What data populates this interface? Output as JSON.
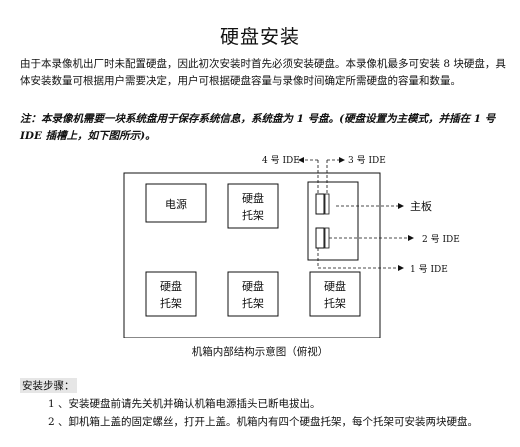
{
  "title": "硬盘安装",
  "intro": "由于本录像机出厂时未配置硬盘，因此初次安装时首先必须安装硬盘。本录像机最多可安装 8 块硬盘，具体安装数量可根据用户需要决定，用户可根据硬盘容量与录像时间确定所需硬盘的容量和数量。",
  "note": "注：本录像机需要一块系统盘用于保存系统信息，系统盘为 1 号盘。(硬盘设置为主模式，并插在 1 号 IDE 插槽上，如下图所示)。",
  "diagram": {
    "power": "电源",
    "tray_line1": "硬盘",
    "tray_line2": "托架",
    "ide4": "4 号 IDE",
    "ide3": "3 号 IDE",
    "mainboard": "主板",
    "ide2": "2 号 IDE",
    "ide1": "1 号 IDE"
  },
  "caption": "机箱内部结构示意图（俯视）",
  "steps_heading": "安装步骤：",
  "steps": [
    "1 、安装硬盘前请先关机并确认机箱电源插头已断电拔出。",
    "2 、卸机箱上盖的固定螺丝，打开上盖。机箱内有四个硬盘托架，每个托架可安装两块硬盘。"
  ]
}
